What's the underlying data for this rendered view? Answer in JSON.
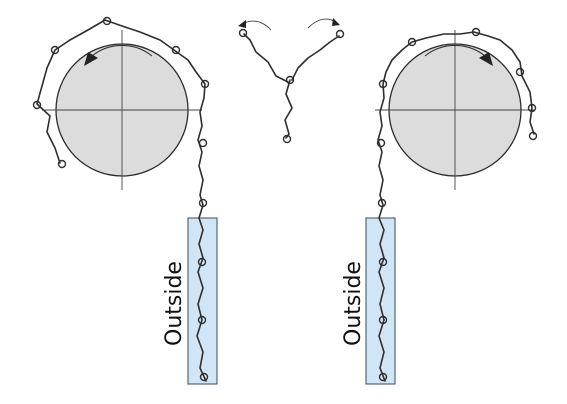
{
  "labels": {
    "left_tube": "Outside",
    "right_tube": "Outside"
  },
  "colors": {
    "drum_fill": "#dcdcdc",
    "tube_fill": "#d0e6f6",
    "line": "#2e2e2e"
  },
  "panels": {
    "left": {
      "rotation": "counter-clockwise"
    },
    "center": {
      "description_icon": "hinged-segments-unfolding"
    },
    "right": {
      "rotation": "clockwise"
    }
  }
}
